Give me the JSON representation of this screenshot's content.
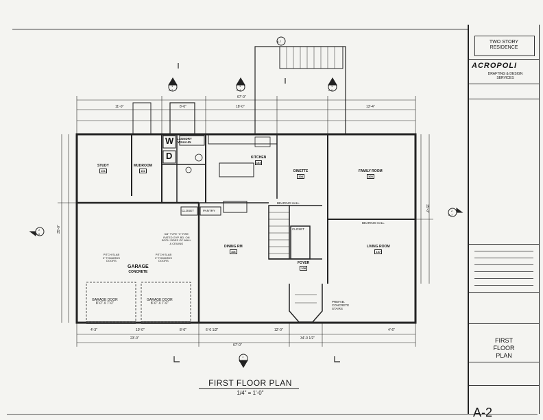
{
  "project": {
    "title_line1": "TWO STORY",
    "title_line2": "RESIDENCE"
  },
  "firm": {
    "name": "ACROPOLI",
    "sub1": "DRAFTING & DESIGN",
    "sub2": "SERVICES"
  },
  "sheet": {
    "title_line1": "FIRST",
    "title_line2": "FLOOR",
    "title_line3": "PLAN",
    "number": "A-2"
  },
  "plan": {
    "title": "FIRST FLOOR PLAN",
    "scale": "1/4\" = 1'-0\""
  },
  "rooms": {
    "study": "STUDY",
    "mudroom": "MUDROOM",
    "laundry": "LAUNDRY",
    "laundry2": "WALK-IN",
    "kitchen": "KITCHEN",
    "dinette": "DINETTE",
    "family": "FAMILY ROOM",
    "garage1": "GARAGE",
    "garage2": "CONCRETE",
    "dining": "DINING RM",
    "living": "LIVING ROOM",
    "foyer": "FOYER",
    "closet1": "CLOSET",
    "pantry": "PANTRY",
    "closet2": "CLOSET",
    "bearing_hall1": "BEARING HALL",
    "bearing_hall2": "BEARING HALL",
    "w": "W",
    "d": "D"
  },
  "room_tags": {
    "study": "101",
    "mudroom": "102",
    "kitchen": "103",
    "dinette": "104",
    "family": "105",
    "dining": "106",
    "living": "107",
    "foyer": "108"
  },
  "notes": {
    "garage_door_left1": "GARAGE DOOR",
    "garage_door_left2": "8'-0\" X 7'-0\"",
    "garage_door_right1": "GARAGE DOOR",
    "garage_door_right2": "8'-0\" X 7'-0\"",
    "pitch_left1": "PITCH SLAB",
    "pitch_left2": "3\" TOWARDS",
    "pitch_left3": "DOORS",
    "pitch_right1": "PITCH SLAB",
    "pitch_right2": "3\" TOWARDS",
    "pitch_right3": "DOORS",
    "firewall1": "5/8\" TYPE \"X\" FIRE",
    "firewall2": "RATED GYP. BD. ON",
    "firewall3": "BOTH SIDES OF WALL",
    "firewall4": "& CEILING",
    "stairs1": "PREFAB.",
    "stairs2": "CONCRETE",
    "stairs3": "STAIRS"
  },
  "dimensions": {
    "overall": "67'-0\"",
    "left_total": "23'-0\"",
    "right_total": "34'-0 1/2\"",
    "top_a": "11'-0\"",
    "top_b": "8'-0\"",
    "top_c": "18'-0\"",
    "top_d": "13'-4\"",
    "side_total": "35'-0\"",
    "seg1": "4'-3\"",
    "seg2": "10'-0\"",
    "seg3": "8'-0\"",
    "seg4": "6'-0 1/2\"",
    "seg5": "12'-0\"",
    "seg6": "4'-6\""
  },
  "callouts": {
    "top_left_num": "1",
    "top_left_sheet": "A-7",
    "top_mid_num": "1",
    "top_mid_sheet": "A-4",
    "top_right_num": "1",
    "top_right_sheet": "A-6",
    "deck_num": "A-7",
    "left_num": "2",
    "left_sheet": "A-6",
    "right_num": "2",
    "right_sheet": "A-7",
    "bottom_num": "1",
    "bottom_sheet": "A-5"
  }
}
